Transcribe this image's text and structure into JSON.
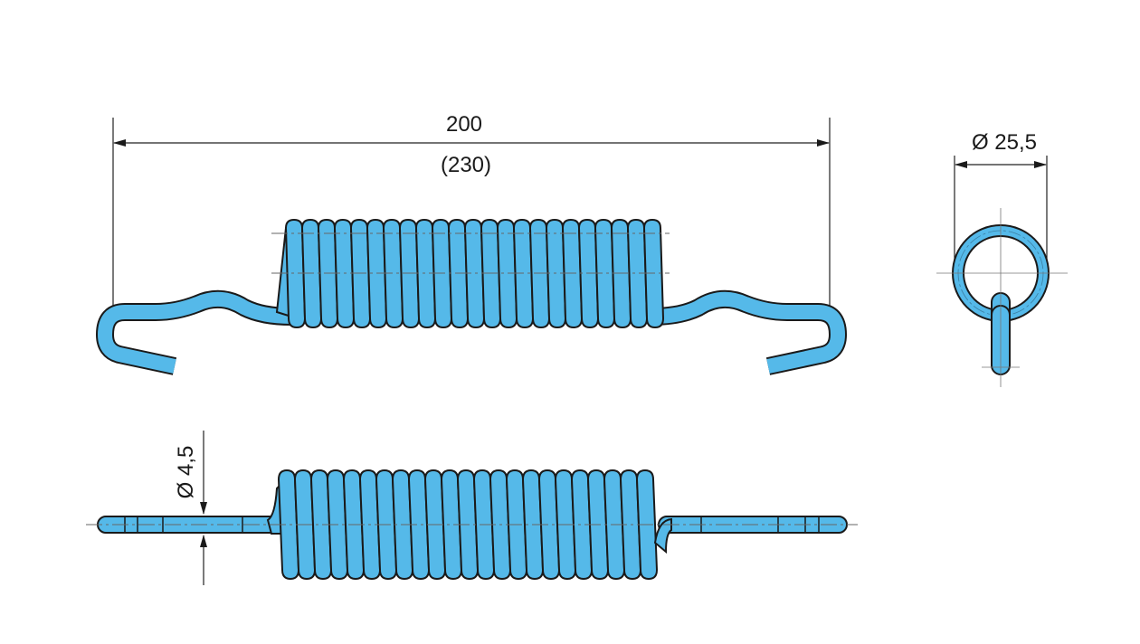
{
  "drawing": {
    "colors": {
      "spring": "#55B9E9",
      "outline": "#1a1a1a"
    },
    "dimensions": {
      "length": "200",
      "length_alt": "(230)",
      "coil_diameter": "Ø 25,5",
      "wire_diameter": "Ø 4,5"
    }
  }
}
